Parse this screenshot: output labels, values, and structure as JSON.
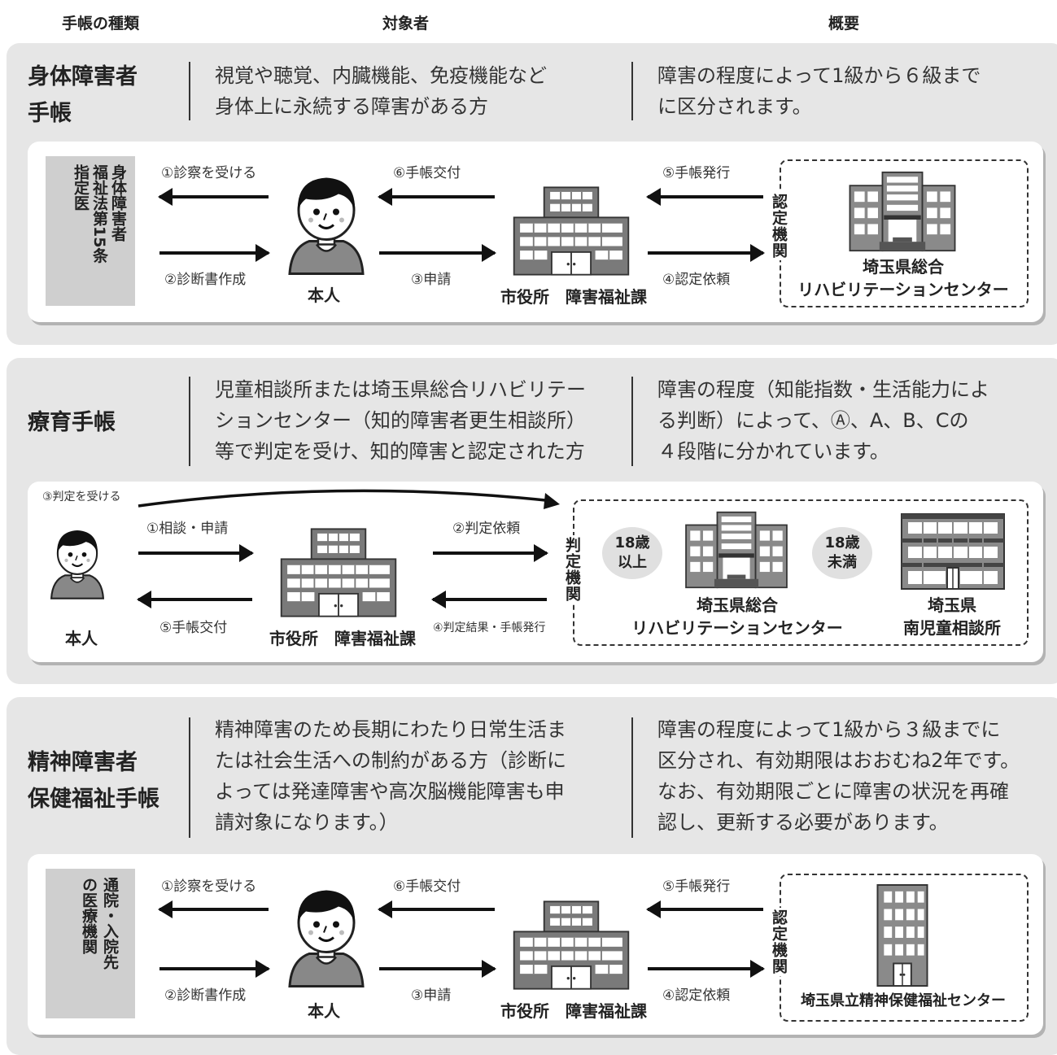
{
  "headers": {
    "type": "手帳の種類",
    "target": "対象者",
    "summary": "概要"
  },
  "section1": {
    "title_line1": "身体障害者",
    "title_line2": "手帳",
    "target_lines": [
      "視覚や聴覚、内臓機能、免疫機能など",
      "身体上に永続する障害がある方"
    ],
    "summary_lines": [
      "障害の程度によって1級から６級まで",
      "に区分されます。"
    ],
    "doctor": [
      "身体障害者",
      "福祉法第15条",
      "指定医"
    ],
    "flow": {
      "step1": "①診察を受ける",
      "step2": "②診断書作成",
      "step3": "③申請",
      "step4": "④認定依頼",
      "step5": "⑤手帳発行",
      "step6": "⑥手帳交付"
    },
    "person": "本人",
    "office": "市役所　障害福祉課",
    "certifier_label": "認定機関",
    "certifier_name": [
      "埼玉県総合",
      "リハビリテーションセンター"
    ]
  },
  "section2": {
    "title": "療育手帳",
    "target_lines": [
      "児童相談所または埼玉県総合リハビリテー",
      "ションセンター（知的障害者更生相談所）",
      "等で判定を受け、知的障害と認定された方"
    ],
    "summary_lines": [
      "障害の程度（知能指数・生活能力によ",
      "る判断）によって、Ⓐ、A、B、Cの",
      "４段階に分かれています。"
    ],
    "flow": {
      "step1": "①相談・申請",
      "step2": "②判定依頼",
      "step3": "③判定を受ける",
      "step4": "④判定結果・手帳発行",
      "step5": "⑤手帳交付"
    },
    "person": "本人",
    "office": "市役所　障害福祉課",
    "judge_label": "判定機関",
    "age_over": [
      "18歳",
      "以上"
    ],
    "age_under": [
      "18歳",
      "未満"
    ],
    "center_name": [
      "埼玉県総合",
      "リハビリテーションセンター"
    ],
    "child_center_name": [
      "埼玉県",
      "南児童相談所"
    ]
  },
  "section3": {
    "title_line1": "精神障害者",
    "title_line2": "保健福祉手帳",
    "target_lines": [
      "精神障害のため長期にわたり日常生活ま",
      "たは社会生活への制約がある方（診断に",
      "よっては発達障害や高次脳機能障害も申",
      "請対象になります。）"
    ],
    "summary_lines": [
      "障害の程度によって1級から３級までに",
      "区分され、有効期限はおおむね2年です。",
      "なお、有効期限ごとに障害の状況を再確",
      "認し、更新する必要があります。"
    ],
    "doctor": [
      "通院・入院先",
      "の医療機関"
    ],
    "flow": {
      "step1": "①診察を受ける",
      "step2": "②診断書作成",
      "step3": "③申請",
      "step4": "④認定依頼",
      "step5": "⑤手帳発行",
      "step6": "⑥手帳交付"
    },
    "person": "本人",
    "office": "市役所　障害福祉課",
    "certifier_label": "認定機関",
    "certifier_name": "埼玉県立精神保健福祉センター"
  },
  "colors": {
    "section_bg": "#e6e6e6",
    "card_bg": "#ffffff",
    "doctor_bg": "#cfcfcf",
    "building": "#808080"
  }
}
